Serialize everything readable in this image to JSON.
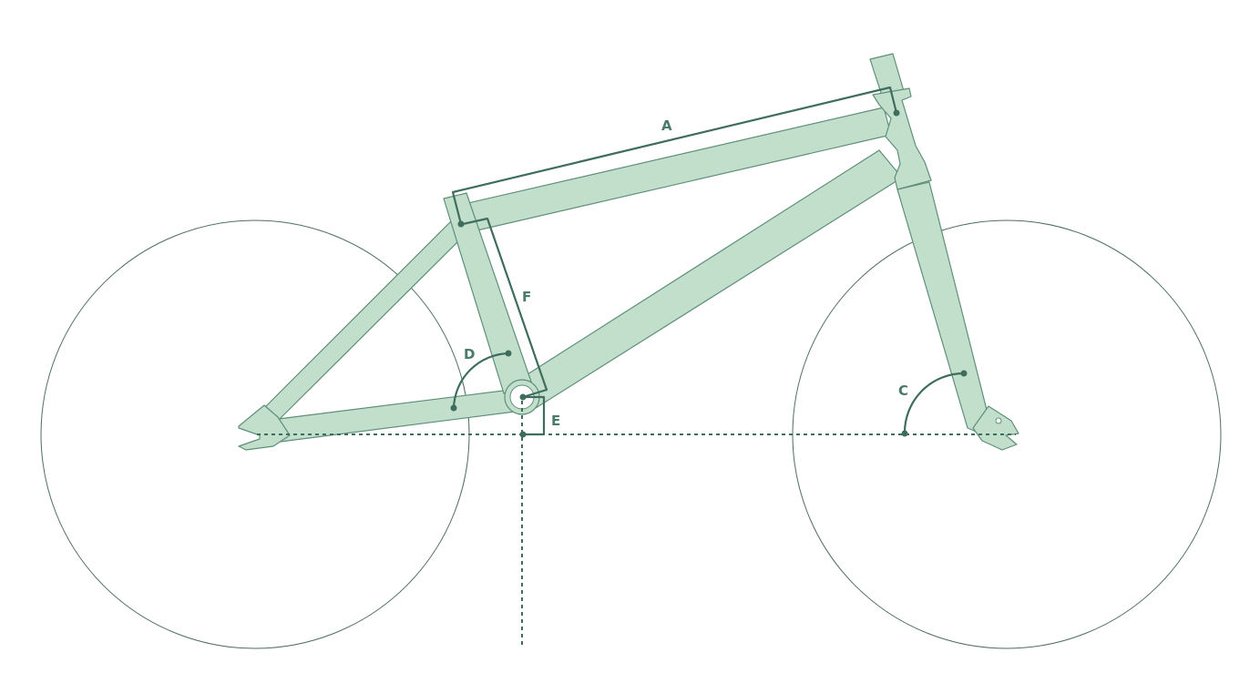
{
  "diagram": {
    "labels": {
      "a": "A",
      "c": "C",
      "d": "D",
      "e": "E",
      "f": "F"
    },
    "colors": {
      "frame_fill": "#c2dfcc",
      "frame_stroke": "#5e8f7b",
      "dimension": "#3f6d5d",
      "wheel": "#4d6e62"
    }
  }
}
